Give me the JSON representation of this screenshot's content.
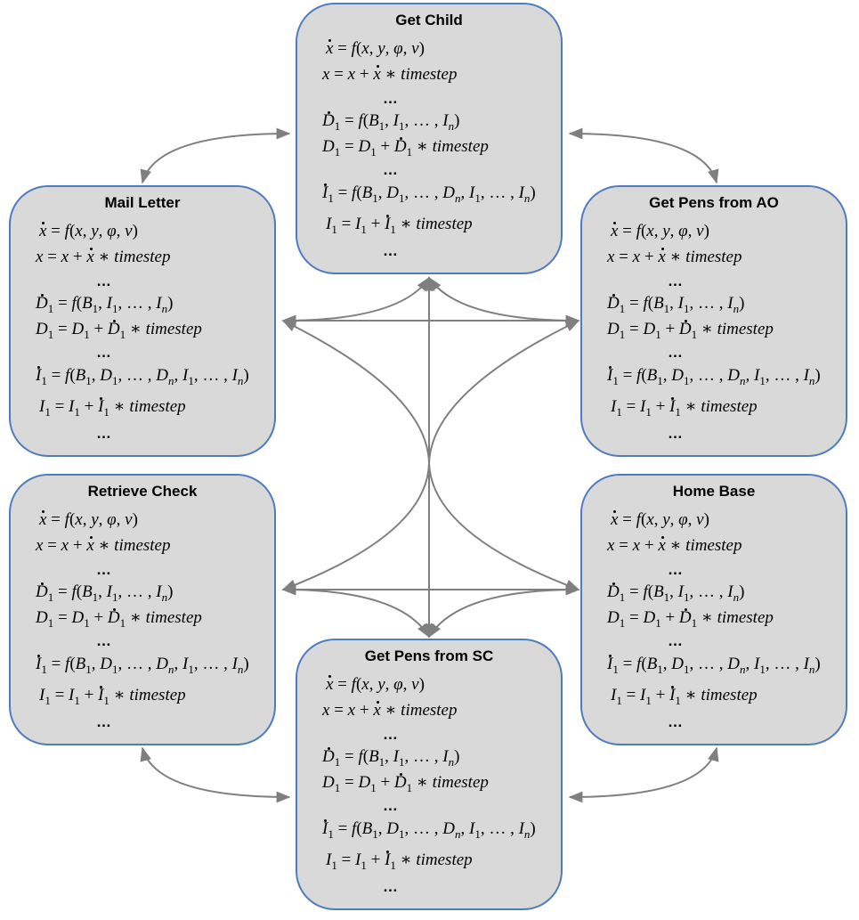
{
  "colors": {
    "box_fill": "#d9d9d9",
    "box_border": "#4f7bbf",
    "connector": "#7f7f7f"
  },
  "states": [
    {
      "id": "get-child",
      "title": "Get Child"
    },
    {
      "id": "mail-letter",
      "title": "Mail Letter"
    },
    {
      "id": "get-pens-from-ao",
      "title": "Get Pens from AO"
    },
    {
      "id": "retrieve-check",
      "title": "Retrieve Check"
    },
    {
      "id": "home-base",
      "title": "Home Base"
    },
    {
      "id": "get-pens-from-sc",
      "title": "Get Pens from SC"
    }
  ],
  "equations": {
    "pos_rate_fn": "f",
    "pos_rate_args": "x, y, φ, v",
    "timestep": "timestep",
    "d_args": "B, I, …, I",
    "i_args": "B, D, …, D, I, …, I",
    "ellipsis": "…"
  }
}
